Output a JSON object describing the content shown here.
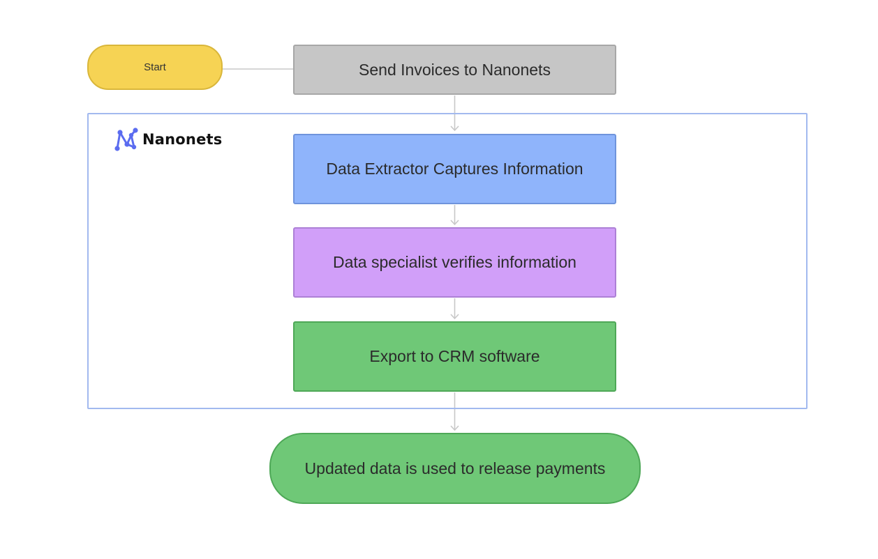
{
  "diagram": {
    "start": "Start",
    "step1": "Send Invoices to Nanonets",
    "step2": "Data Extractor Captures Information",
    "step3": "Data specialist verifies information",
    "step4": "Export to CRM software",
    "end": "Updated data is used to release payments"
  },
  "brand": {
    "logo_text": "Nanonets",
    "logo_icon": "nanonets-logo-icon",
    "color": "#5b6cf0"
  },
  "colors": {
    "start": "#f6d354",
    "send": "#c6c6c6",
    "extract": "#8fb4fb",
    "verify": "#d19ff9",
    "export": "#6fc877",
    "release": "#6fc877",
    "group_border": "#a2b9ef",
    "connector": "#c8c8c8"
  }
}
